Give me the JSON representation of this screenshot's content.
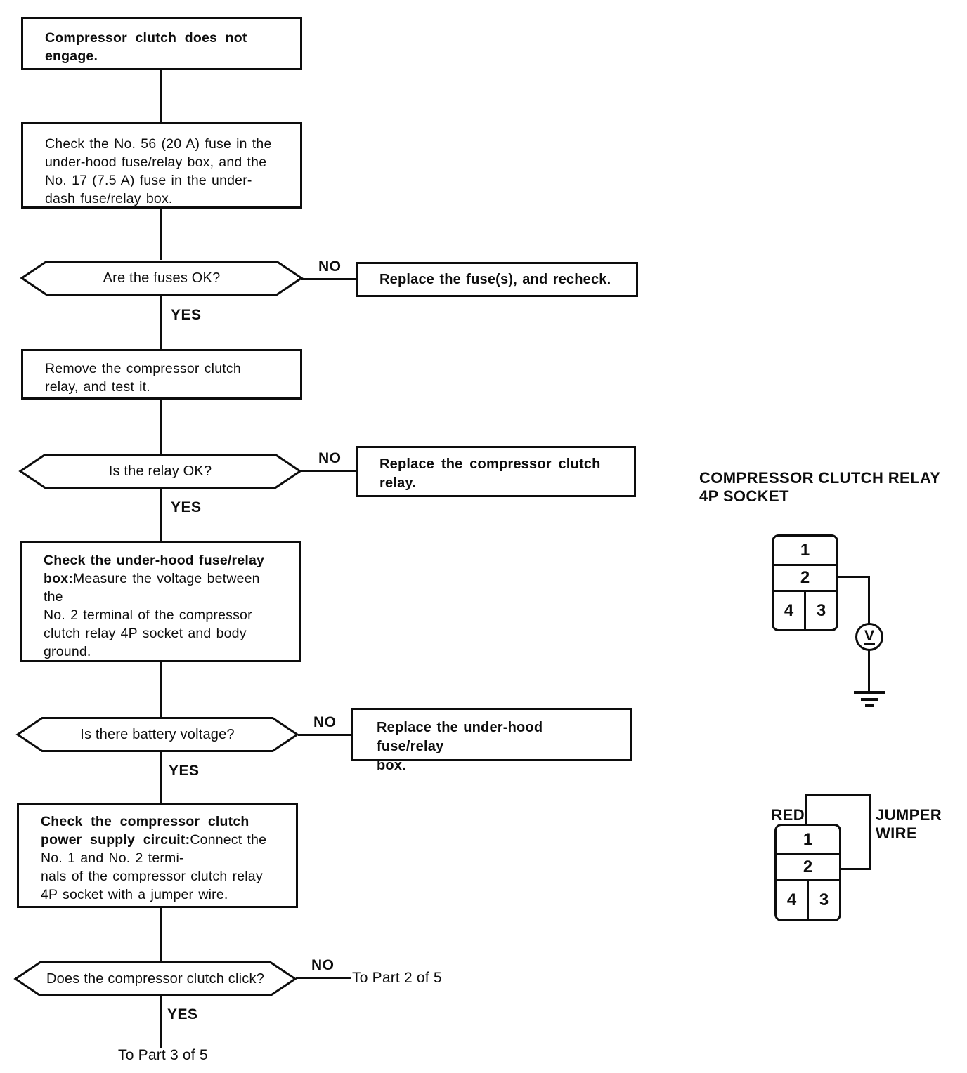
{
  "page": {
    "background": "#ffffff",
    "ink": "#0d0d0d"
  },
  "flowchart": {
    "labels": {
      "yes": "YES",
      "no": "NO"
    },
    "start": "Compressor clutch does not\nengage.",
    "check_fuses": "Check the No. 56 (20 A) fuse in the\nunder-hood fuse/relay box, and the\nNo. 17 (7.5 A) fuse in the under-\ndash fuse/relay box.",
    "q_fuses": "Are the fuses OK?",
    "replace_fuses": "Replace the fuse(s), and recheck.",
    "remove_relay": "Remove the compressor clutch\nrelay, and test it.",
    "q_relay": "Is the relay OK?",
    "replace_relay": "Replace the compressor clutch\nrelay.",
    "check_underhood": {
      "title": "Check the under-hood fuse/relay\nbox:",
      "body": "Measure the voltage between the\nNo. 2 terminal of the compressor\nclutch relay 4P socket and body\nground."
    },
    "q_voltage": "Is there battery voltage?",
    "replace_box": "Replace the under-hood fuse/relay\nbox.",
    "check_power": {
      "title": "Check the compressor clutch\npower supply circuit:",
      "body": "Connect the No. 1 and No. 2 termi-\nnals of the compressor clutch relay\n4P socket with a jumper wire."
    },
    "q_click": "Does the compressor clutch click?",
    "to_part2": "To Part 2 of 5",
    "to_part3": "To Part 3 of 5"
  },
  "diagram": {
    "socket_title": "COMPRESSOR CLUTCH RELAY\n4P SOCKET",
    "terminals": {
      "t1": "1",
      "t2": "2",
      "t3": "3",
      "t4": "4"
    },
    "voltmeter_symbol": "V",
    "red_label": "RED",
    "jumper_label": "JUMPER\nWIRE"
  }
}
